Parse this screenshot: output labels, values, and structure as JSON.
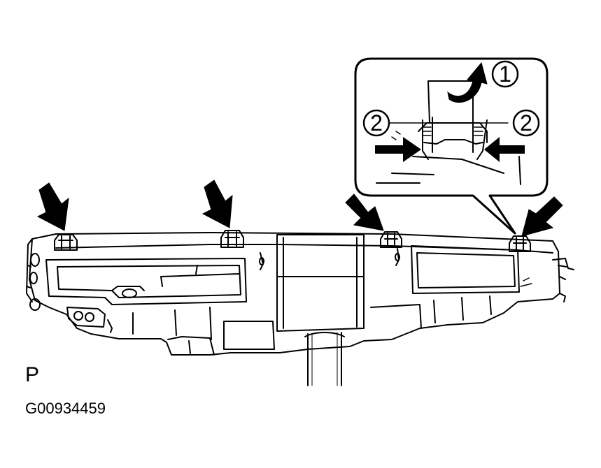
{
  "labels": {
    "view_code": "P",
    "figure_id": "G00934459"
  },
  "callouts": {
    "step_one": "1",
    "step_two_left": "2",
    "step_two_right": "2"
  },
  "colors": {
    "ink": "#000000",
    "paper": "#ffffff"
  }
}
